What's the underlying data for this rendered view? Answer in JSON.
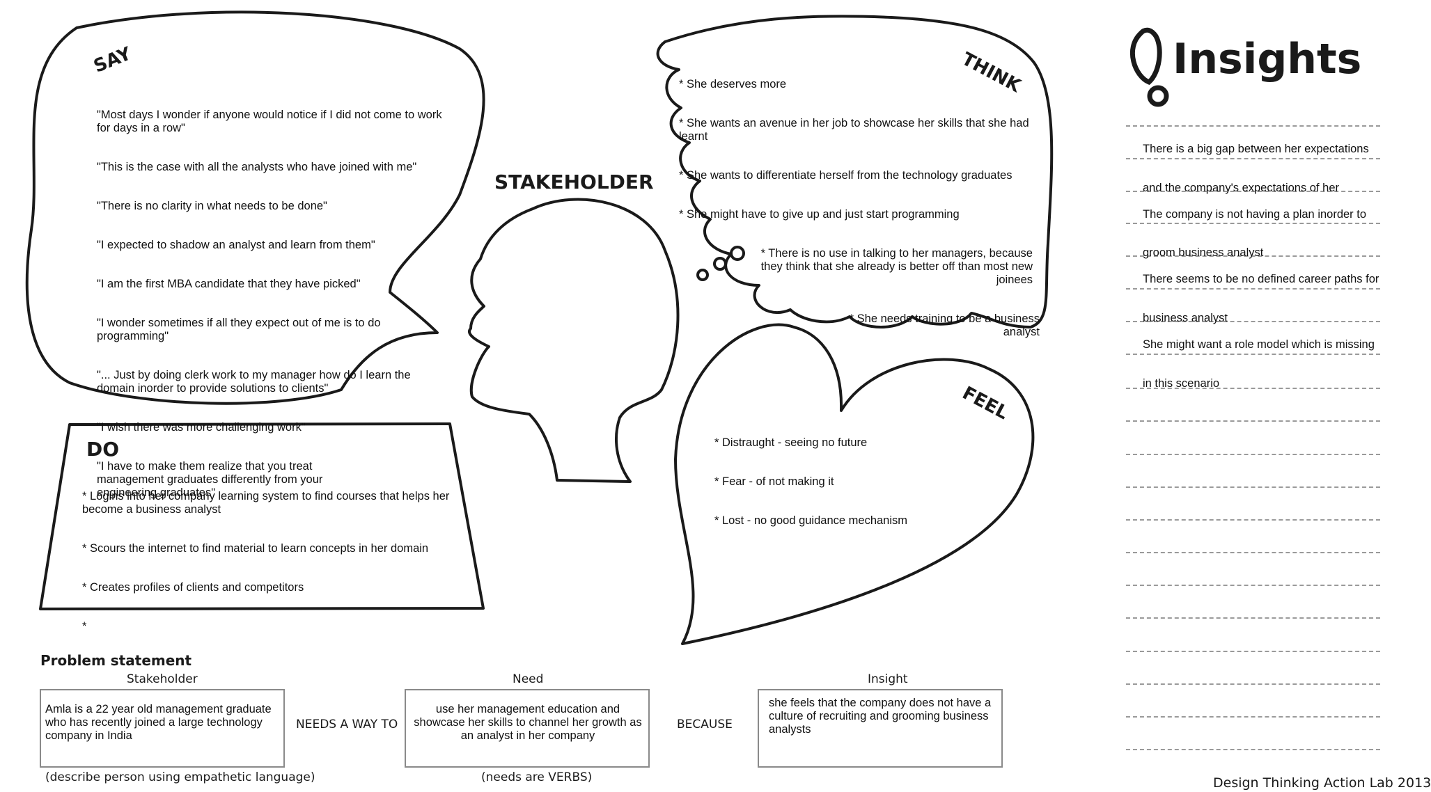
{
  "say": {
    "title": "SAY",
    "items": [
      "\"Most days I wonder if anyone would notice if I did not come to work for days in a row\"",
      "\"This is the case with all the analysts who have joined with me\"",
      "\"There is no clarity in what needs to be done\"",
      "\"I expected to shadow an analyst and learn from them\"",
      "\"I am the first MBA candidate that they have picked\"",
      "\"I wonder sometimes if all they expect out of me is to do programming\"",
      "\"... Just by doing clerk work to my manager how do I learn the domain inorder to provide solutions to clients\"",
      "\"I wish there was more challenging work\"",
      "\"I have to make them realize that you treat management graduates differently from your engineering graduates\""
    ]
  },
  "think": {
    "title": "THINK",
    "items": [
      "* She deserves more",
      "* She wants an avenue in her job to showcase her skills that she had learnt",
      "* She wants to differentiate herself from the technology graduates",
      "* She might have to give up and just start programming",
      "* There is no use in talking to her managers, because they think that she already is better off than most new joinees",
      "* She needs training to be a business analyst"
    ]
  },
  "stakeholder": {
    "title": "STAKEHOLDER"
  },
  "feel": {
    "title": "FEEL",
    "items": [
      "* Distraught - seeing no future",
      "* Fear - of not making it",
      "* Lost - no good guidance mechanism"
    ]
  },
  "do": {
    "title": "DO",
    "items": [
      "* Logins into her company learning system to find courses that helps her become a business analyst",
      "* Scours the internet to find material to learn concepts in her domain",
      "* Creates profiles of clients and competitors",
      "*"
    ]
  },
  "insights": {
    "title": "Insights",
    "lines": [
      "There is a big gap between her expectations",
      "and the company's expectations of her",
      "The company is not having a plan inorder to",
      "groom business analyst",
      "There seems to be no defined career paths for",
      "business analyst",
      "She might want a role model which is missing",
      "in this scenario"
    ]
  },
  "problem": {
    "title": "Problem statement",
    "stakeholder_label": "Stakeholder",
    "need_label": "Need",
    "insight_label": "Insight",
    "stakeholder_text": "Amla is a 22 year old management graduate who has recently joined a large technology company in India",
    "need_text": "use her management education and showcase her skills to channel her growth as an analyst in her company",
    "insight_text": "she feels that the company does not have a culture of recruiting and grooming business analysts",
    "connector_1": "NEEDS A WAY TO",
    "connector_2": "BECAUSE",
    "stakeholder_hint": "(describe person using empathetic language)",
    "need_hint": "(needs are VERBS)"
  },
  "footer": "Design Thinking Action Lab 2013"
}
